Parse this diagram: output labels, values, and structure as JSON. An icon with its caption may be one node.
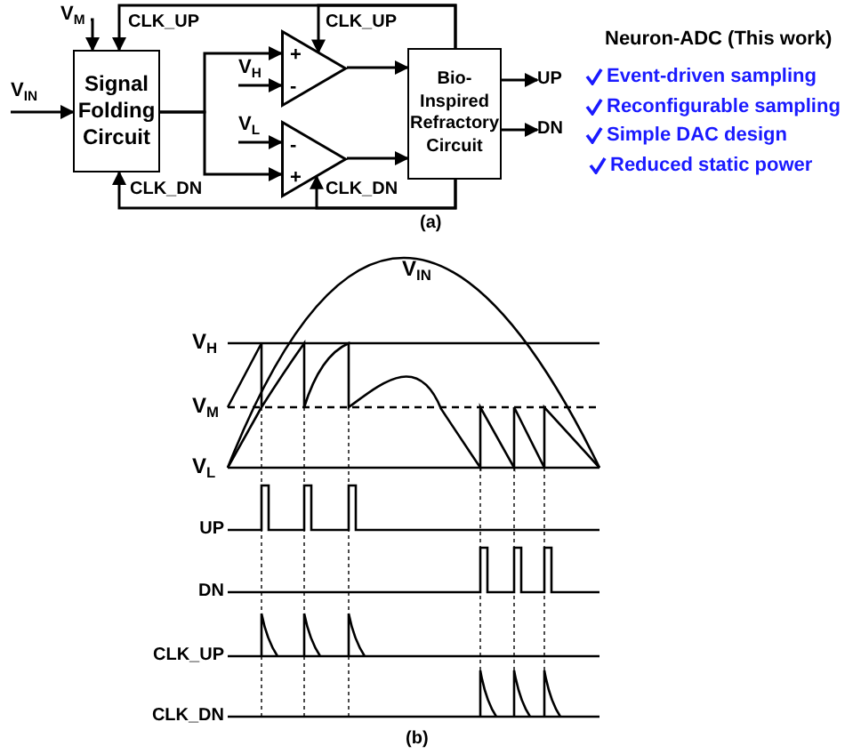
{
  "diagram": {
    "nodes": [
      {
        "text": [
          "Signal Folding Circuit"
        ]
      },
      {
        "text": [
          "+",
          "-"
        ]
      },
      {
        "text": [
          "-",
          "+"
        ]
      },
      {
        "text": [
          "Bio-Inspired Refractory Circuit"
        ]
      },
      {
        "text": [
          "V$_{IN}$"
        ]
      },
      {
        "text": [
          "V$_{M}$"
        ]
      },
      {
        "text": [
          "V$_{H}$"
        ]
      },
      {
        "text": [
          "V$_{L}$"
        ]
      },
      {
        "text": [
          "UP"
        ]
      },
      {
        "text": [
          "DN"
        ]
      }
    ],
    "edges": [
      {
        "from": 4,
        "to": 0,
        "arrow": "to"
      },
      {
        "from": 5,
        "to": 0,
        "arrow": "to"
      },
      {
        "from": 0,
        "to": 1,
        "arrow": "to"
      },
      {
        "from": 0,
        "to": 2,
        "arrow": "to"
      },
      {
        "from": 6,
        "to": 1,
        "arrow": "to"
      },
      {
        "from": 7,
        "to": 2,
        "arrow": "to"
      },
      {
        "from": 1,
        "to": 3,
        "arrow": "to"
      },
      {
        "from": 2,
        "to": 3,
        "arrow": "to"
      },
      {
        "from": 3,
        "to": 8,
        "arrow": "to"
      },
      {
        "from": 3,
        "to": 9,
        "arrow": "to"
      },
      {
        "from": 3,
        "to": 0,
        "arrow": "to",
        "label": "CLK_UP"
      },
      {
        "from": 3,
        "to": 1,
        "arrow": "to",
        "label": "CLK_UP"
      },
      {
        "from": 3,
        "to": 0,
        "arrow": "to",
        "label": "CLK_DN"
      },
      {
        "from": 3,
        "to": 2,
        "arrow": "to",
        "label": "CLK_DN"
      }
    ],
    "labels": [
      "Neuron-ADC (This work)",
      "Event-driven sampling",
      "Reconfigurable sampling",
      "Simple DAC design",
      "Reduced static power",
      "(a)",
      "V$_{IN}$",
      "V$_{H}$",
      "V$_{M}$",
      "V$_{L}$",
      "UP",
      "DN",
      "CLK_UP",
      "CLK_DN",
      "(b)"
    ]
  }
}
